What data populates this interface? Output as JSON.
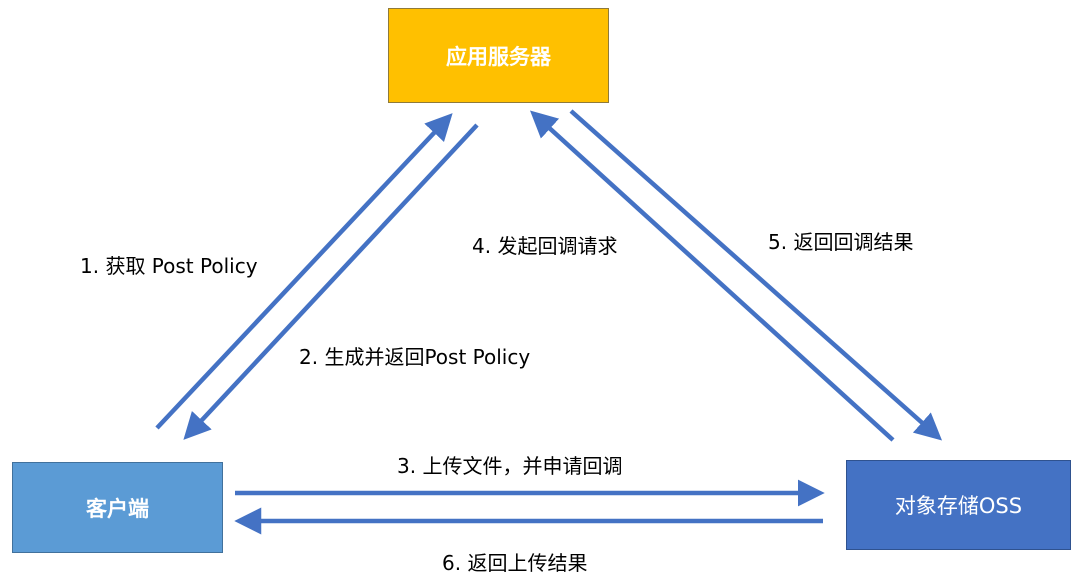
{
  "nodes": {
    "app_server": "应用服务器",
    "client": "客户端",
    "oss": "对象存储OSS"
  },
  "steps": {
    "step1": "1. 获取 Post Policy",
    "step2": "2. 生成并返回Post Policy",
    "step3": "3. 上传文件，并申请回调",
    "step4": "4. 发起回调请求",
    "step5": "5. 返回回调结果",
    "step6": "6. 返回上传结果"
  },
  "colors": {
    "app_server": "#FFC000",
    "client": "#5B9BD5",
    "oss": "#4472C4",
    "arrow": "#4472C4"
  }
}
